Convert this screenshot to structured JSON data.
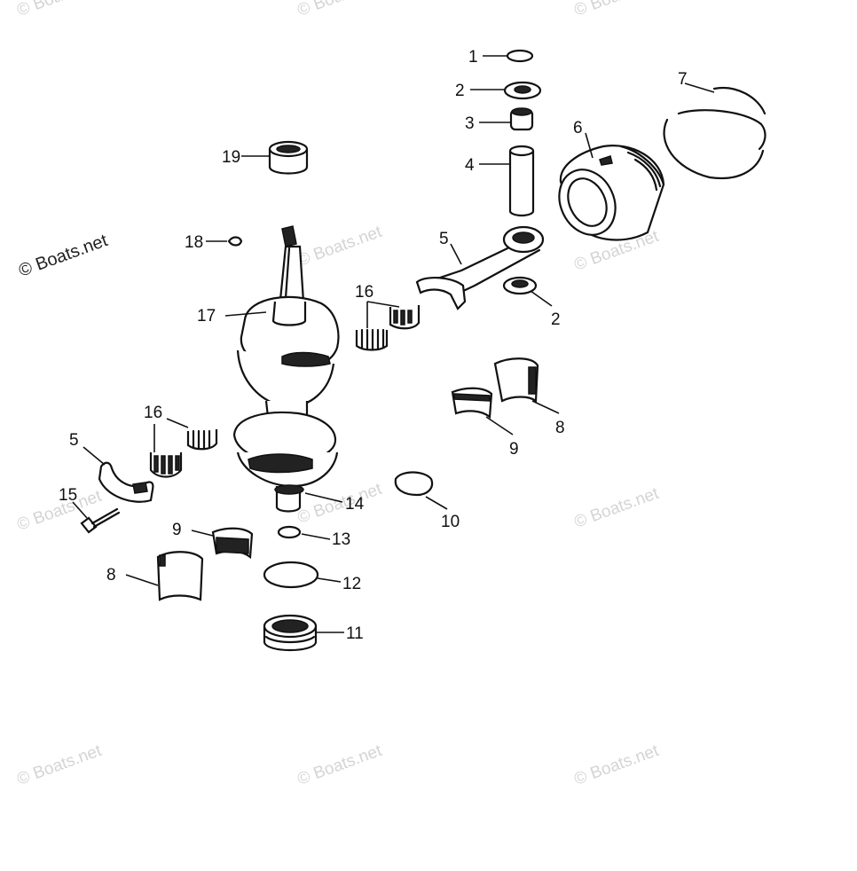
{
  "watermark": {
    "text": "© Boats.net",
    "prominent_text": "© Boats.net"
  },
  "callouts": {
    "c1": "1",
    "c2a": "2",
    "c2b": "2",
    "c3": "3",
    "c4": "4",
    "c5a": "5",
    "c5b": "5",
    "c6": "6",
    "c7": "7",
    "c8a": "8",
    "c8b": "8",
    "c9a": "9",
    "c9b": "9",
    "c10": "10",
    "c11": "11",
    "c12": "12",
    "c13": "13",
    "c14": "14",
    "c15": "15",
    "c16a": "16",
    "c16b": "16",
    "c17": "17",
    "c18": "18",
    "c19": "19"
  },
  "colors": {
    "line": "#111111",
    "background": "#ffffff",
    "watermark": "#d4d4d4"
  }
}
